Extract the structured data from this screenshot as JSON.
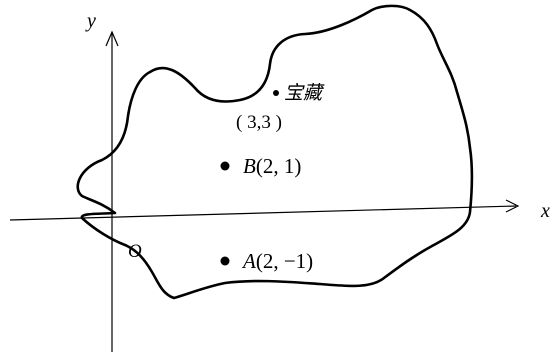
{
  "axes": {
    "x_label": "x",
    "y_label": "y",
    "origin_label": "O"
  },
  "points": [
    {
      "id": "treasure",
      "label": "宝藏",
      "coord_text": "( 3,3 )",
      "x": 3,
      "y": 3
    },
    {
      "id": "B",
      "letter": "B",
      "coord_text": "(2, 1)",
      "x": 2,
      "y": 1
    },
    {
      "id": "A",
      "letter": "A",
      "coord_text": "(2, −1)",
      "x": 2,
      "y": -1
    }
  ],
  "colors": {
    "line": "#000000",
    "text": "#000000",
    "background": "#ffffff"
  }
}
